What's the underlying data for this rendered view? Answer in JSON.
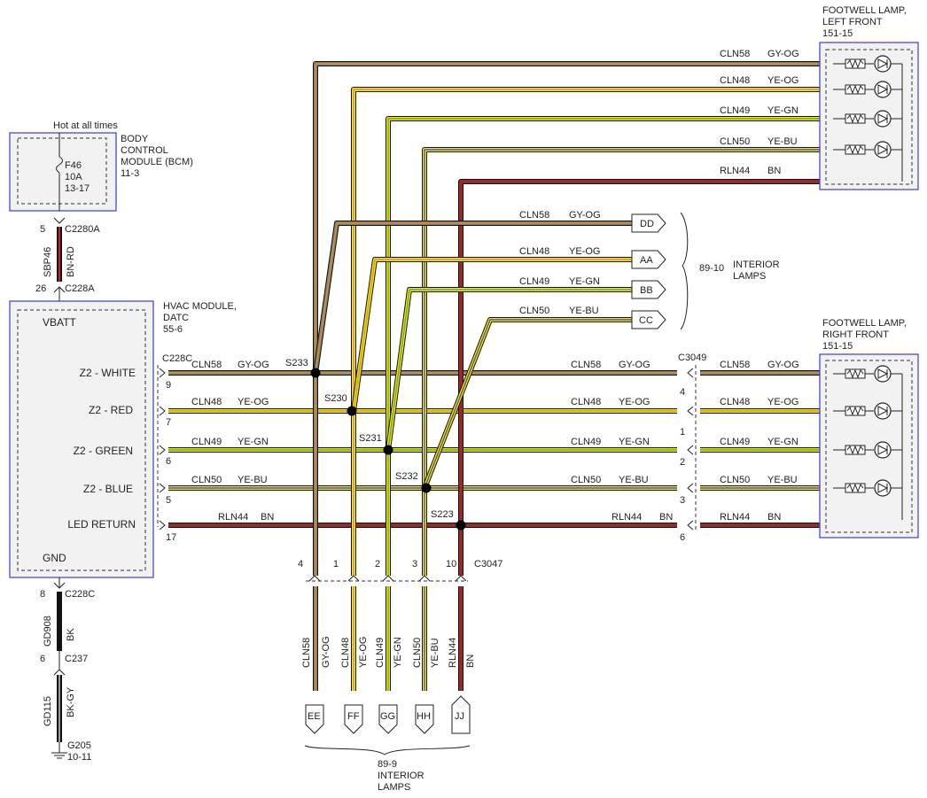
{
  "colors": {
    "gy_og_main": "#8a7a66",
    "gy_og_stripe": "#c79445",
    "ye_og_main": "#f3e600",
    "ye_og_stripe": "#d59a2a",
    "ye_gn_main": "#f3e600",
    "ye_gn_stripe": "#6aa73a",
    "ye_bu_main": "#f3e600",
    "ye_bu_stripe": "#575a86",
    "bn": "#962b2b",
    "bk": "#111111",
    "bn_rd_stripe": "#c0292b"
  },
  "bcm": {
    "supply": "Hot at all times",
    "title": [
      "BODY",
      "CONTROL",
      "MODULE (BCM)",
      "11-3"
    ],
    "fuse": [
      "F46",
      "10A",
      "13-17"
    ]
  },
  "top_feed": {
    "pin_top": "5",
    "conn_top": "C2280A",
    "circuit": "SBP46",
    "color": "BN-RD",
    "pin_bottom": "26",
    "conn_bottom": "C228A"
  },
  "hvac": {
    "title": [
      "HVAC MODULE,",
      "DATC",
      "55-6"
    ],
    "vbatt": "VBATT",
    "gnd": "GND",
    "connector": "C228C",
    "outputs": [
      {
        "label": "Z2 - WHITE",
        "pin": "9"
      },
      {
        "label": "Z2 - RED",
        "pin": "7"
      },
      {
        "label": "Z2 - GREEN",
        "pin": "6"
      },
      {
        "label": "Z2 - BLUE",
        "pin": "5"
      },
      {
        "label": "LED RETURN",
        "pin": "17"
      }
    ]
  },
  "ground": {
    "pin1": "8",
    "conn1": "C228C",
    "circuit1": "GD908",
    "color1": "BK",
    "pin2": "6",
    "conn2": "C237",
    "circuit2": "GD115",
    "color2": "BK-GY",
    "ground_id": "G205",
    "ground_ref": "10-11"
  },
  "wires": [
    {
      "circuit": "CLN58",
      "color": "GY-OG"
    },
    {
      "circuit": "CLN48",
      "color": "YE-OG"
    },
    {
      "circuit": "CLN49",
      "color": "YE-GN"
    },
    {
      "circuit": "CLN50",
      "color": "YE-BU"
    },
    {
      "circuit": "RLN44",
      "color": "BN"
    }
  ],
  "splices": [
    "S233",
    "S230",
    "S231",
    "S232",
    "S223"
  ],
  "right_connector": {
    "name": "C3049",
    "pins": [
      "4",
      "1",
      "2",
      "3",
      "6"
    ]
  },
  "footwell_left": {
    "title": [
      "FOOTWELL LAMP,",
      "LEFT FRONT",
      "151-15"
    ]
  },
  "footwell_right": {
    "title": [
      "FOOTWELL LAMP,",
      "RIGHT FRONT",
      "151-15"
    ]
  },
  "interior_top": {
    "labels": [
      "DD",
      "AA",
      "BB",
      "CC"
    ],
    "caption": [
      "89-10",
      "INTERIOR",
      "LAMPS"
    ]
  },
  "bottom_connector": {
    "name": "C3047",
    "pins": [
      "4",
      "1",
      "2",
      "3",
      "10"
    ]
  },
  "bottom_labels": [
    "EE",
    "FF",
    "GG",
    "HH",
    "JJ"
  ],
  "bottom_caption": [
    "89-9",
    "INTERIOR",
    "LAMPS"
  ]
}
